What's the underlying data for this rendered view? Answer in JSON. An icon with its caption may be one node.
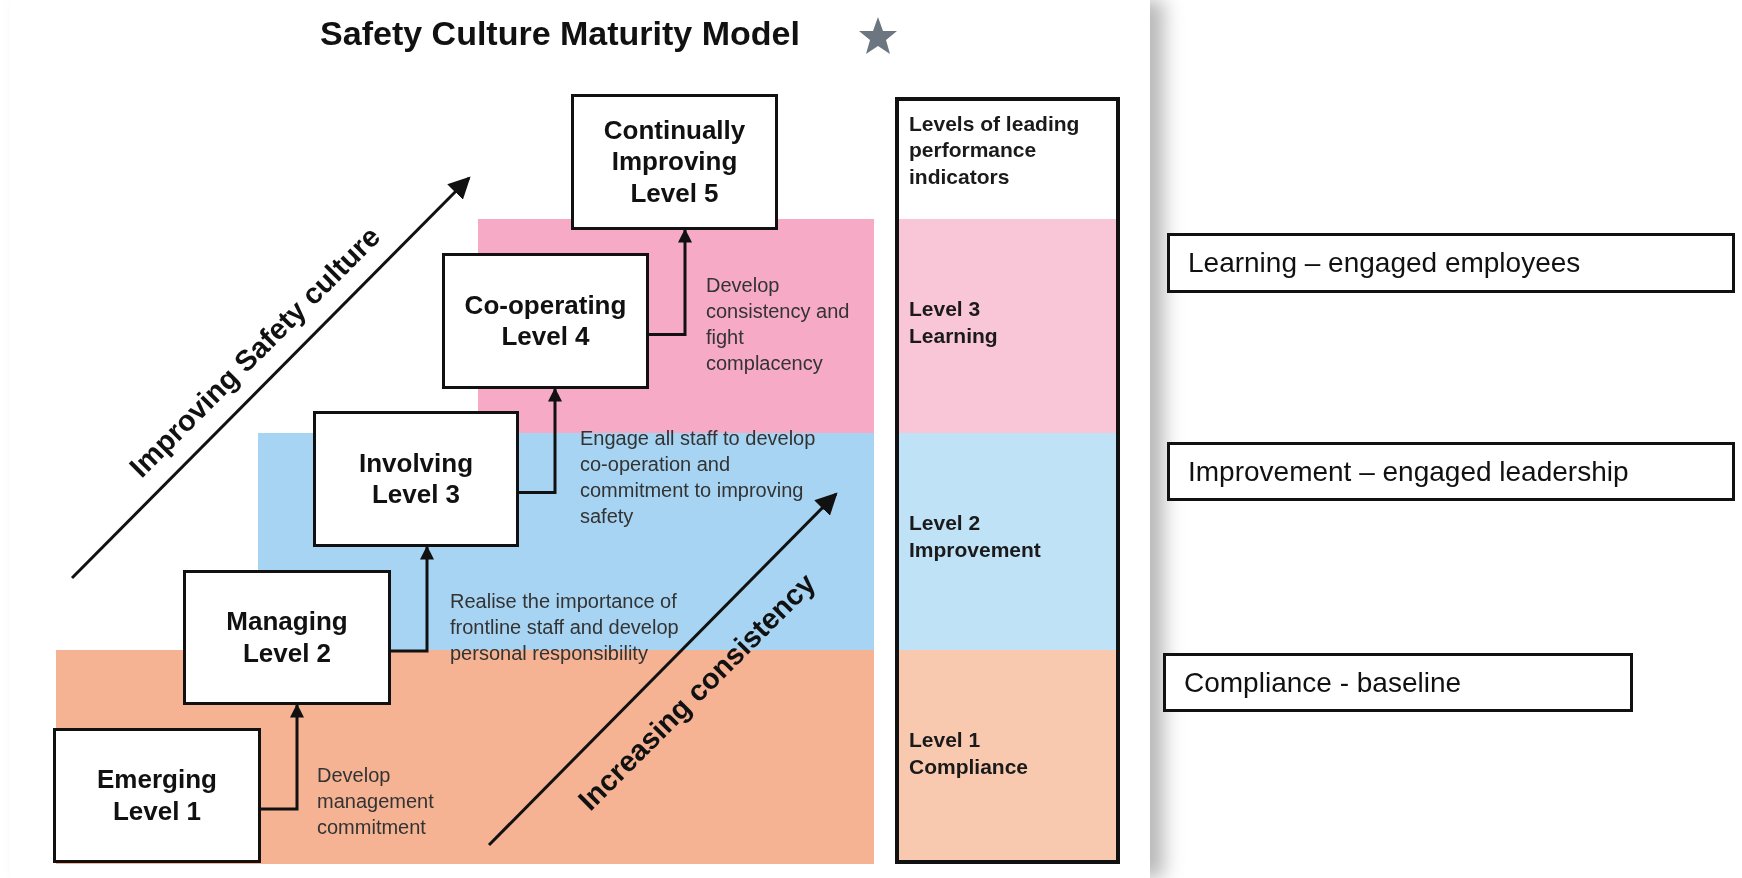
{
  "diagram": {
    "title": "Safety Culture Maturity Model",
    "nodes": [
      {
        "text": [
          "Emerging",
          "Level 1"
        ]
      },
      {
        "text": [
          "Managing",
          "Level 2"
        ]
      },
      {
        "text": [
          "Involving",
          "Level 3"
        ]
      },
      {
        "text": [
          "Co-operating",
          "Level 4"
        ]
      },
      {
        "text": [
          "Continually Improving",
          "Level 5"
        ]
      },
      {
        "text": [
          "Levels of leading performance indicators"
        ]
      },
      {
        "text": [
          "Level 3",
          "Learning"
        ],
        "in": 5
      },
      {
        "text": [
          "Level 2",
          "Improvement"
        ],
        "in": 5
      },
      {
        "text": [
          "Level 1",
          "Compliance"
        ],
        "in": 5
      },
      {
        "text": [
          "Learning – engaged employees"
        ]
      },
      {
        "text": [
          "Improvement – engaged leadership"
        ]
      },
      {
        "text": [
          "Compliance - baseline"
        ]
      }
    ],
    "edges": [
      {
        "from": 0,
        "to": 1,
        "arrow": "to",
        "label": "Develop management commitment"
      },
      {
        "from": 1,
        "to": 2,
        "arrow": "to",
        "label": "Realise the importance of frontline staff and develop personal responsibility"
      },
      {
        "from": 2,
        "to": 3,
        "arrow": "to",
        "label": "Engage all staff to develop co-operation and commitment to improving safety"
      },
      {
        "from": 3,
        "to": 4,
        "arrow": "to",
        "label": "Develop consistency and fight complacency"
      }
    ],
    "labels": [
      "Improving Safety culture",
      "Increasing consistency"
    ]
  }
}
